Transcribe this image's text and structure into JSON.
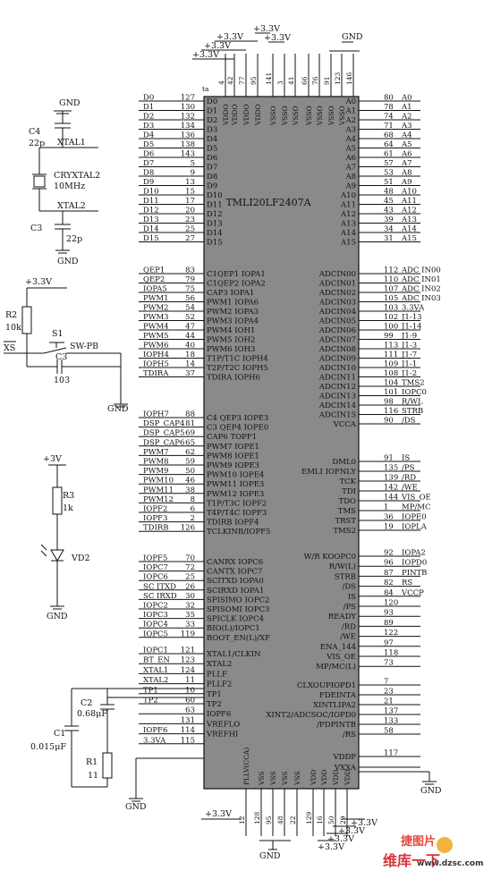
{
  "chip": {
    "name": "TMLI20LF2407A",
    "tag": "ta",
    "left_labels": [
      "D0",
      "D1",
      "D2",
      "D3",
      "D4",
      "D5",
      "D6",
      "D7",
      "D8",
      "D9",
      "D10",
      "D11",
      "D12",
      "D13",
      "D14",
      "D15",
      "C1QEP1 IOPA1",
      "C1QEP2 IOPA2",
      "CAP3 IOPA1",
      "PWM1 IOPA6",
      "PWM2 IOPA3",
      "PWM3 IOPA4",
      "PWM4 IOH1",
      "PWM5 IOH2",
      "PWM6 IOH3",
      "T1P/T1C IOPH4",
      "T2P/T2C IOPH5",
      "TDIRA IOPH6",
      "C4 QEP3 IOPE3",
      "C3 QEP4 IOPE0",
      "CAP6 TOPF1",
      "PWM7 IOPE1",
      "PWM8 IOPE1",
      "PWM9 IOPE3",
      "PWM10 IOPE4",
      "PWM11 IOPE3",
      "PWM12 IOPE3",
      "T1P/T3C IOPF2",
      "T4P/T4C IOPF3",
      "TDIRB IOPF4",
      "TCLKINB/IOPF5",
      "CANRX IOPC6",
      "CANTX IOPC7",
      "SCITXD IOPA0",
      "SCIRXD IOPA1",
      "SPISIMO IOPC2",
      "SPISOMI IOPC3",
      "SPICLK IOPC4",
      "BIO(L)/IOPC1",
      "BOOT_EN(L)/XF",
      "XTAL1/CLKIN",
      "XTAL2",
      "PLLF",
      "PLLF2",
      "TP1",
      "TP2",
      "IOPF6",
      "VREFLO",
      "VREFHI"
    ],
    "right_labels": [
      "A0",
      "A1",
      "A2",
      "A3",
      "A4",
      "A5",
      "A6",
      "A7",
      "A8",
      "A9",
      "A10",
      "A11",
      "A12",
      "A13",
      "A14",
      "A15",
      "ADCIN00",
      "ADCIN01",
      "ADCIN02",
      "ADCIN03",
      "ADCIN04",
      "ADCIN05",
      "ADCIN06",
      "ADCIN07",
      "ADCIN08",
      "ADCIN09",
      "ADCIN10",
      "ADCIN11",
      "ADCIN12",
      "ADCIN13",
      "ADCIN14",
      "ADCIN15",
      "VCCA",
      "DML0",
      "EMLI IOFNLY",
      "TCK",
      "TDI",
      "TDO",
      "TMS",
      "TRST",
      "TMS2",
      "W/R KOOPC0",
      "R/W(L)",
      "STRB",
      "/DS",
      "IS",
      "/PS",
      "READY",
      "/RD",
      "/WE",
      "ENA_144",
      "VIS_OE",
      "MP/MC(L)",
      "CLXOUPIOPD1",
      "FDEINTA",
      "XINTLIPA2",
      "XINT2/ADCSOC/IOPD0",
      "/PDPINTB",
      "/RS",
      "VDDP",
      "VXXA"
    ],
    "top_labels": [
      "VDDO",
      "VDDO",
      "VDDO",
      "VDDO",
      "VSSO",
      "VSSO",
      "VSSO",
      "VSSO",
      "VSSO",
      "VSSO",
      "VSSO"
    ],
    "bottom_labels": [
      "PLLV(CCA)",
      "VSS",
      "VSS",
      "VSS",
      "VSS",
      "VDD",
      "VDD",
      "VDD",
      "VDD"
    ]
  },
  "pins": {
    "left_outer": [
      "D0",
      "D1",
      "D2",
      "D3",
      "D4",
      "D5",
      "D6",
      "D7",
      "D8",
      "D9",
      "D10",
      "D11",
      "D12",
      "D13",
      "D14",
      "D15",
      "QEP1",
      "QEP2",
      "IOPA5",
      "PWM1",
      "PWM2",
      "PWM3",
      "PWM4",
      "PWM5",
      "PWM6",
      "IOPH4",
      "IOPH5",
      "TDIRA",
      "IOPH7",
      "DSP_CAP4",
      "DSP_CAP5",
      "DSP_CAP6",
      "PWM7",
      "PWM8",
      "PWM9",
      "PWM10",
      "PWM11",
      "PWM12",
      "IOPF2",
      "IOPF3",
      "TDIRB",
      "IOPF5",
      "IOPC7",
      "IOPC6",
      "SC ITXD",
      "SC IRXD",
      "IOPC2",
      "IOPC3",
      "IOPC4",
      "IOPC5",
      "IOPC1",
      "BT_EN",
      "XTAL1",
      "XTAL2",
      "TP1",
      "TP2",
      "IOPF6",
      "3.3VA"
    ],
    "left_nums": [
      "127",
      "130",
      "132",
      "134",
      "136",
      "138",
      "143",
      "5",
      "9",
      "13",
      "15",
      "17",
      "20",
      "23",
      "25",
      "27",
      "83",
      "79",
      "75",
      "56",
      "54",
      "52",
      "47",
      "44",
      "40",
      "18",
      "14",
      "37",
      "88",
      "81",
      "69",
      "65",
      "62",
      "59",
      "50",
      "46",
      "38",
      "8",
      "6",
      "2",
      "126",
      "70",
      "72",
      "25",
      "26",
      "30",
      "32",
      "35",
      "33",
      "119",
      "121",
      "123",
      "124",
      "11",
      "10",
      "60",
      "63",
      "131",
      "114",
      "115"
    ],
    "right_outer": [
      "A0",
      "A1",
      "A2",
      "A3",
      "A4",
      "A5",
      "A6",
      "A7",
      "A8",
      "A9",
      "A10",
      "A11",
      "A12",
      "A13",
      "A14",
      "A15",
      "ADC IN00",
      "ADC IN01",
      "ADC IN02",
      "ADC IN03",
      "3.3VA",
      "J1-13",
      "J1-14",
      "J1-9",
      "J1-3",
      "J1-7",
      "J1-1",
      "J1-2",
      "TMS2",
      "IOPC0",
      "R/WL",
      "STRB",
      "/DS",
      "IS",
      "/PS",
      "/RD",
      "/WE",
      "VIS_OE",
      "MP/MC",
      "IOPE0",
      "IOPLA",
      "IOPA2",
      "IOPD0",
      "PINTB",
      "RS",
      "VCCP"
    ],
    "right_nums": [
      "80",
      "78",
      "74",
      "71",
      "68",
      "64",
      "61",
      "57",
      "53",
      "51",
      "48",
      "45",
      "43",
      "39",
      "34",
      "31",
      "112",
      "110",
      "107",
      "105",
      "103",
      "102",
      "100",
      "99",
      "113",
      "111",
      "109",
      "108",
      "104",
      "101",
      "98",
      "116",
      "90",
      "91",
      "135",
      "139",
      "142",
      "144",
      "1",
      "36",
      "19",
      "92",
      "96",
      "87",
      "82",
      "84",
      "120",
      "93",
      "89",
      "122",
      "97",
      "118",
      "73",
      "7",
      "23",
      "21",
      "137",
      "133",
      "58",
      "117"
    ],
    "top_nums": [
      "4",
      "42",
      "77",
      "95",
      "141",
      "3",
      "41",
      "66",
      "76",
      "91",
      "123",
      "146"
    ],
    "bottom_nums": [
      "12",
      "128",
      "95",
      "48",
      "22",
      "129",
      "16",
      "50",
      "29"
    ]
  },
  "rails": {
    "gnd": "GND",
    "v33": "+3.3V",
    "v3": "+3V"
  },
  "components": {
    "c4": {
      "ref": "C4",
      "value": "22p"
    },
    "xtal": {
      "ref": "CRYXTAL2",
      "value": "10MHz"
    },
    "xtal1_net": "XTAL1",
    "xtal2_net": "XTAL2",
    "c3_top": {
      "ref": "C3",
      "value": "22p"
    },
    "r2": {
      "ref": "R2",
      "value": "10k"
    },
    "s1": {
      "ref": "S1",
      "value": "SW-PB"
    },
    "xs_net": "XS",
    "c3_bot": {
      "ref": "C3",
      "value": "103"
    },
    "r3": {
      "ref": "R3",
      "value": "1k"
    },
    "vd2": "VD2",
    "c2": {
      "ref": "C2",
      "value": "0.68μF"
    },
    "c1": {
      "ref": "C1",
      "value": "0.015μF"
    },
    "r1": {
      "ref": "R1",
      "value": "11"
    }
  },
  "watermark": {
    "top": "捷图片",
    "brand": "维库一下",
    "url": "www.dzsc.com"
  }
}
